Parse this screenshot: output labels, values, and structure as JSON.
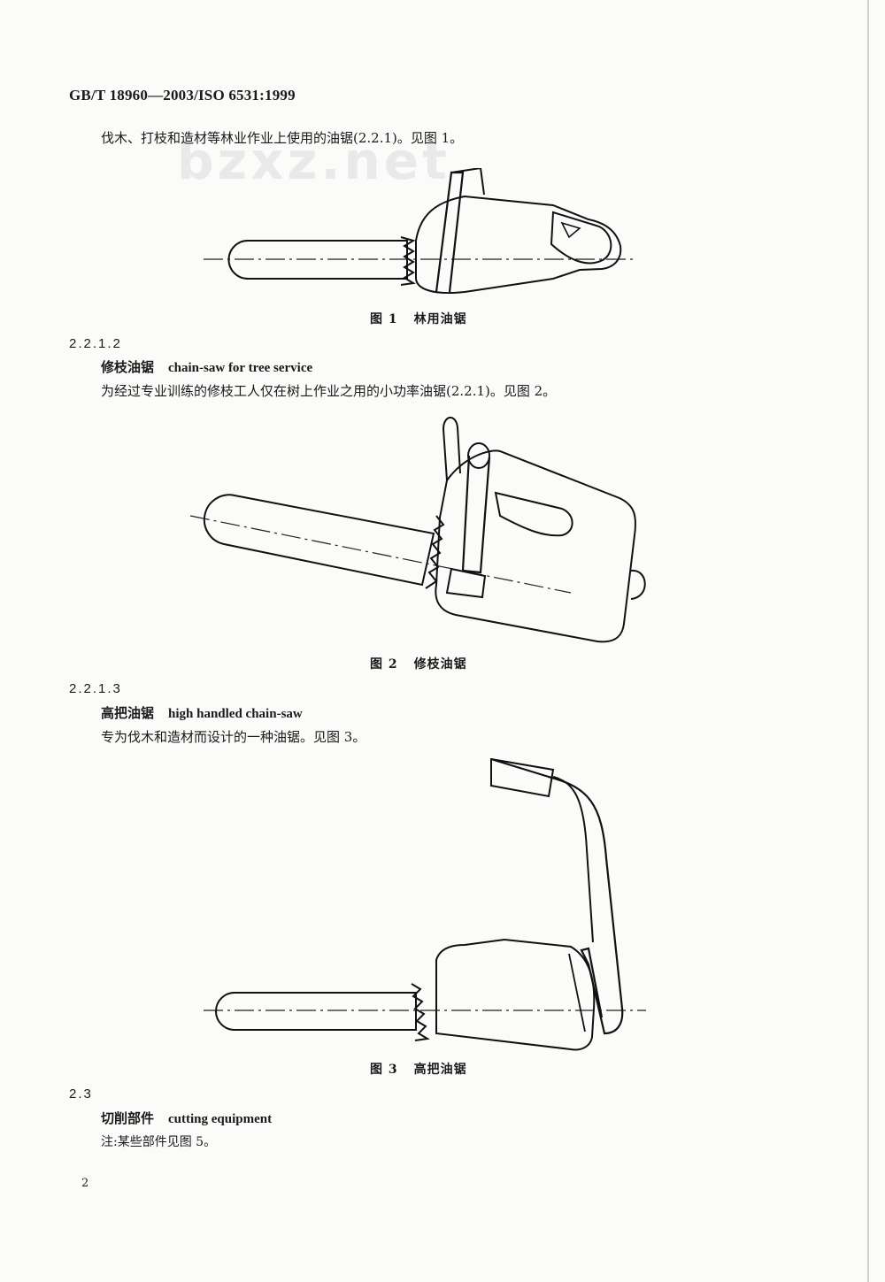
{
  "header": "GB/T 18960—2003/ISO 6531:1999",
  "watermark": "bzxz.net",
  "intro": "伐木、打枝和造材等林业作业上使用的油锯(2.2.1)。见图 1。",
  "fig1": {
    "num": "图 1",
    "title": "林用油锯"
  },
  "s2212": {
    "num": "2.2.1.2",
    "term_zh": "修枝油锯",
    "term_en": "chain-saw for tree service",
    "def": "为经过专业训练的修枝工人仅在树上作业之用的小功率油锯(2.2.1)。见图 2。"
  },
  "fig2": {
    "num": "图 2",
    "title": "修枝油锯"
  },
  "s2213": {
    "num": "2.2.1.3",
    "term_zh": "高把油锯",
    "term_en": "high handled chain-saw",
    "def": "专为伐木和造材而设计的一种油锯。见图 3。"
  },
  "fig3": {
    "num": "图 3",
    "title": "高把油锯"
  },
  "s23": {
    "num": "2.3",
    "term_zh": "切削部件",
    "term_en": "cutting equipment",
    "note": "注:某些部件见图 5。"
  },
  "page_number": "2"
}
